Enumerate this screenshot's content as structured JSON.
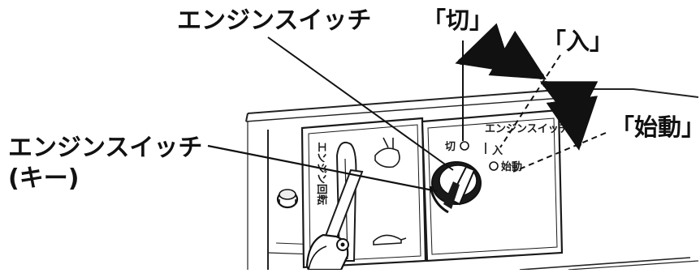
{
  "callouts": {
    "engine_switch": "エンジンスイッチ",
    "engine_switch_key_line1": "エンジンスイッチ",
    "engine_switch_key_line2": "(キー)",
    "position_off": "「切」",
    "position_on": "「入」",
    "position_start": "「始動」"
  },
  "panel": {
    "switch_plate_title": "エンジンスイッチ",
    "mark_off": "切",
    "mark_on": "入",
    "mark_start": "始動",
    "lever_plate_label": "エンジン回転"
  }
}
